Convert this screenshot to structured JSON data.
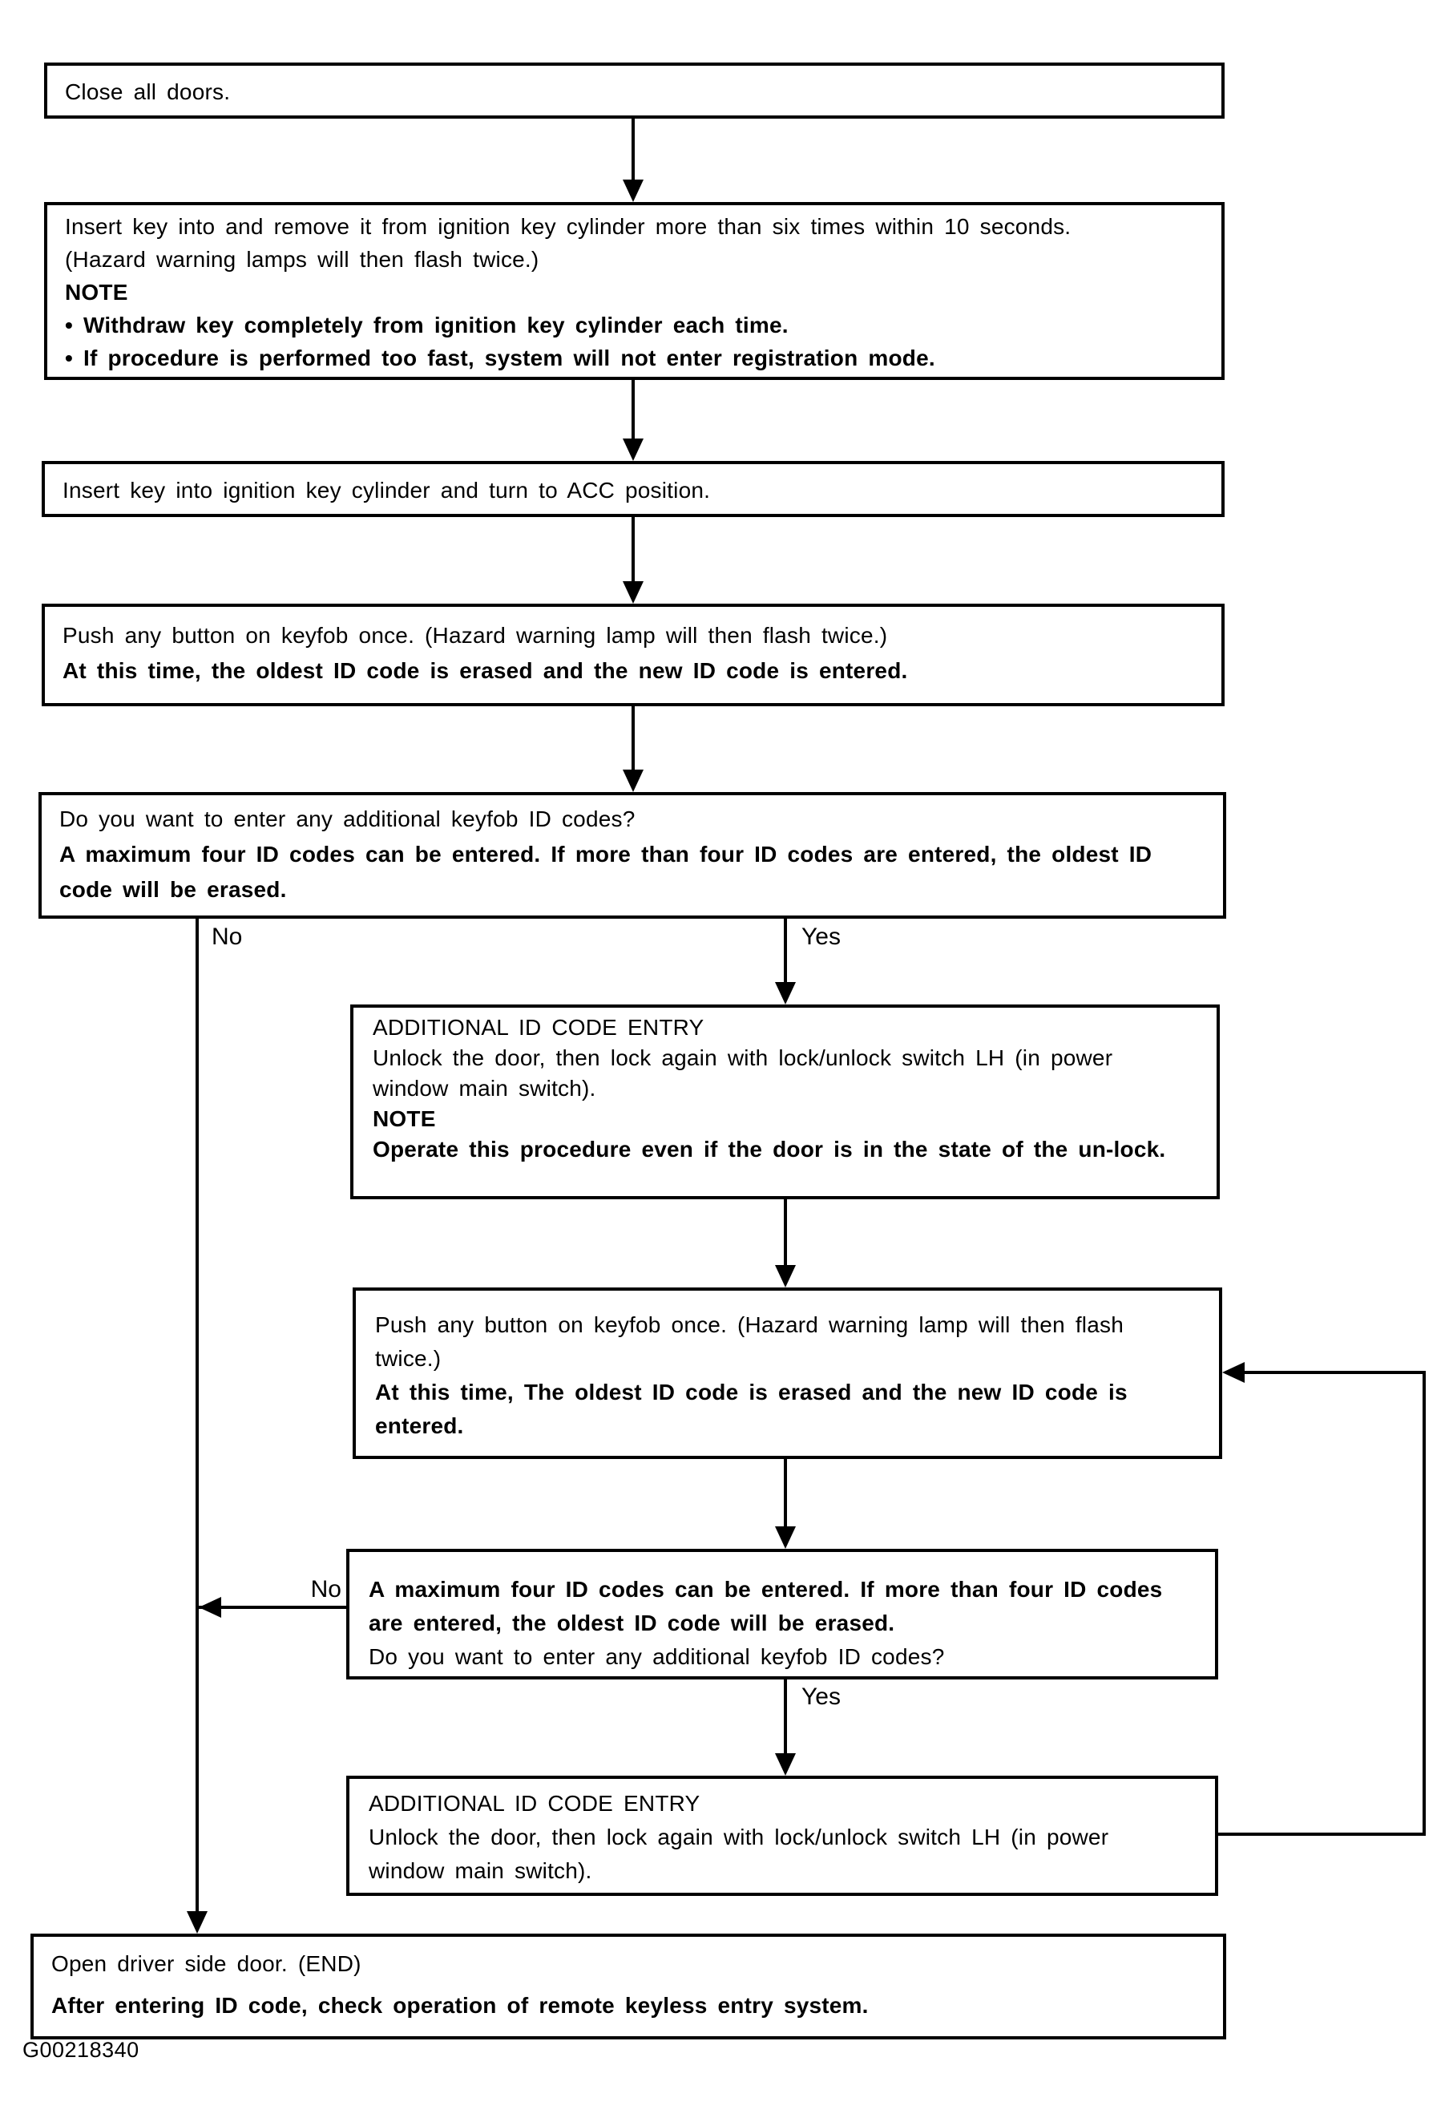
{
  "figure_code": "G00218340",
  "branch_labels": {
    "yes": "Yes",
    "no": "No"
  },
  "nodes": {
    "close_doors": {
      "lines": [
        {
          "text": "Close all doors.",
          "bold": false
        }
      ]
    },
    "insert_remove_key": {
      "lines": [
        {
          "text": "Insert key into and remove it from ignition key cylinder more than six times within 10 seconds.",
          "bold": false
        },
        {
          "text": "(Hazard warning lamps will then flash twice.)",
          "bold": false
        },
        {
          "text": "NOTE",
          "bold": true
        },
        {
          "text": "• Withdraw key completely from ignition key cylinder each time.",
          "bold": true
        },
        {
          "text": "• If procedure is performed too fast, system will not enter registration mode.",
          "bold": true
        }
      ]
    },
    "turn_acc": {
      "lines": [
        {
          "text": "Insert key into ignition key cylinder and turn to ACC position.",
          "bold": false
        }
      ]
    },
    "push_keyfob_1": {
      "lines": [
        {
          "text": "Push any button on keyfob once. (Hazard warning lamp will then flash twice.)",
          "bold": false
        },
        {
          "text": "At this time, the oldest ID code is erased and the new ID code is entered.",
          "bold": true
        }
      ]
    },
    "decision_1": {
      "lines": [
        {
          "text": "Do you want to enter any additional keyfob ID codes?",
          "bold": false
        },
        {
          "text": "A maximum four ID codes can be entered. If more than four ID codes are entered, the oldest ID code will be erased.",
          "bold": true
        }
      ]
    },
    "additional_entry_1": {
      "lines": [
        {
          "text": "ADDITIONAL ID CODE ENTRY",
          "bold": false
        },
        {
          "text": "Unlock the door, then lock again with lock/unlock switch LH (in power window main switch).",
          "bold": false
        },
        {
          "text": "NOTE",
          "bold": true
        },
        {
          "text": "Operate this procedure even if the door is in the state of the un-lock.",
          "bold": true
        }
      ]
    },
    "push_keyfob_2": {
      "lines": [
        {
          "text": "Push any button on keyfob once. (Hazard warning lamp will then flash twice.)",
          "bold": false
        },
        {
          "text": "At this time, The oldest ID code is erased and the new ID code is entered.",
          "bold": true
        }
      ]
    },
    "decision_2": {
      "lines": [
        {
          "text": "A maximum four ID codes can be entered. If more than four ID codes are entered, the oldest ID code will be erased.",
          "bold": true
        },
        {
          "text": "Do you want to enter any additional keyfob ID codes?",
          "bold": false
        }
      ]
    },
    "additional_entry_2": {
      "lines": [
        {
          "text": "ADDITIONAL ID CODE ENTRY",
          "bold": false
        },
        {
          "text": "Unlock the door, then lock again with lock/unlock switch LH (in power window main switch).",
          "bold": false
        }
      ]
    },
    "end_open_door": {
      "lines": [
        {
          "text": "Open driver side door. (END)",
          "bold": false
        },
        {
          "text": "After entering ID code, check operation of remote keyless entry system.",
          "bold": true
        }
      ]
    }
  }
}
